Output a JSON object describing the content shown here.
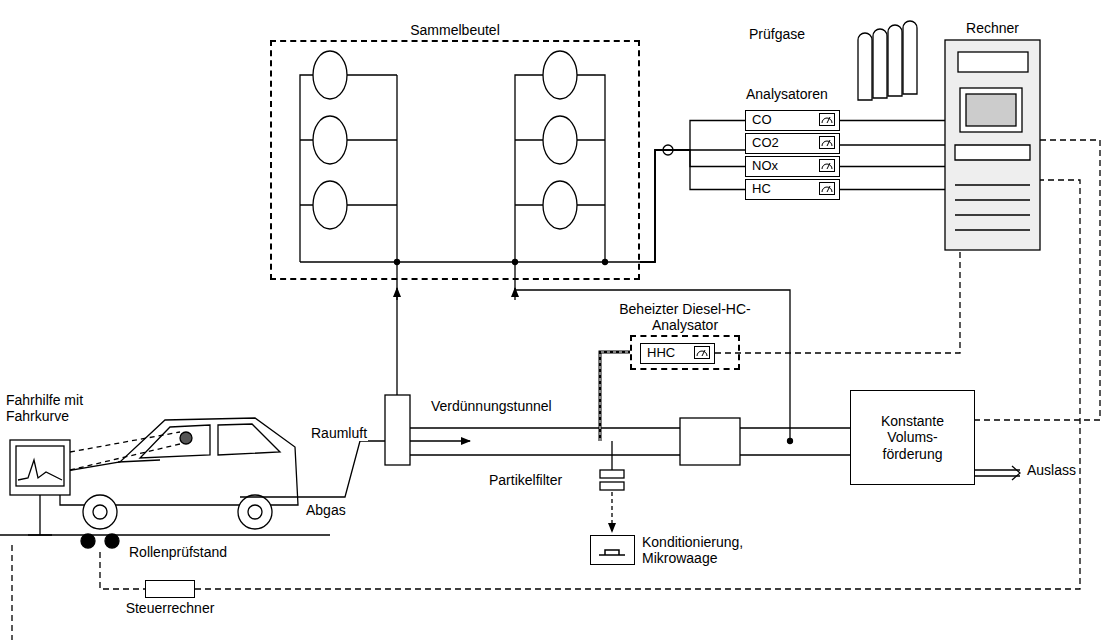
{
  "diagram": {
    "nodes": [
      {
        "text": [
          "Sammelbeutel"
        ]
      },
      {
        "text": [
          "CO"
        ]
      },
      {
        "text": [
          "CO2"
        ]
      },
      {
        "text": [
          "NOx"
        ]
      },
      {
        "text": [
          "HC"
        ]
      },
      {
        "text": [
          "Rechner"
        ]
      },
      {
        "text": [
          "Beheizter Diesel-HC-Analysator"
        ]
      },
      {
        "text": [
          "HHC"
        ],
        "in": 6
      },
      {
        "text": [
          "Konstante Volums- förderung"
        ]
      },
      {
        "text": [
          "Konditionierung, Mikrowaage"
        ]
      },
      {
        "text": [
          "Steuerrechner"
        ]
      }
    ],
    "edges": [
      {
        "from": 0,
        "to": 1,
        "arrow": "none"
      },
      {
        "from": 0,
        "to": 2,
        "arrow": "none"
      },
      {
        "from": 0,
        "to": 3,
        "arrow": "none"
      },
      {
        "from": 0,
        "to": 4,
        "arrow": "none"
      },
      {
        "from": 1,
        "to": 5,
        "arrow": "none"
      },
      {
        "from": 2,
        "to": 5,
        "arrow": "none"
      },
      {
        "from": 3,
        "to": 5,
        "arrow": "none"
      },
      {
        "from": 4,
        "to": 5,
        "arrow": "none"
      },
      {
        "from": 7,
        "to": 5,
        "arrow": "none"
      },
      {
        "from": 5,
        "to": 8,
        "arrow": "none"
      },
      {
        "from": 10,
        "to": 5,
        "arrow": "none"
      }
    ],
    "labels": [
      "Prüfgase",
      "Analysatoren",
      "Fahrhilfe mit Fahrkurve",
      "Raumluft",
      "Verdünnungstunnel",
      "Partikelfilter",
      "Abgas",
      "Rollenprüfstand",
      "Auslass"
    ]
  }
}
